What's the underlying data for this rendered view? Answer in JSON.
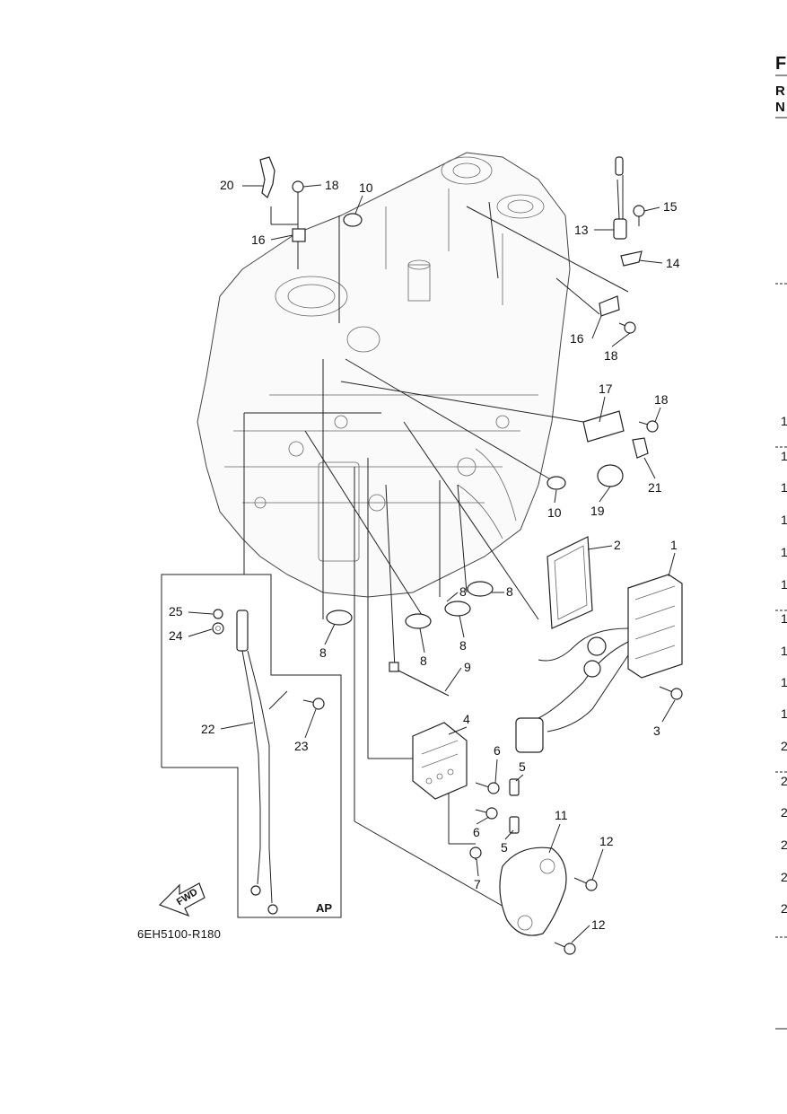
{
  "diagram": {
    "code": "6EH5100-R180",
    "fwd_label": "FWD",
    "ap_label": "AP",
    "edge_letters": [
      "F",
      "R",
      "N"
    ],
    "edge_numbers": [
      "1",
      "1",
      "1",
      "1",
      "1",
      "1",
      "1",
      "1",
      "1",
      "1",
      "2",
      "2",
      "2",
      "2",
      "2",
      "2"
    ],
    "callouts": [
      "1",
      "2",
      "3",
      "4",
      "5",
      "5",
      "6",
      "6",
      "7",
      "8",
      "8",
      "8",
      "8",
      "8",
      "9",
      "10",
      "10",
      "11",
      "12",
      "12",
      "13",
      "14",
      "15",
      "16",
      "16",
      "17",
      "18",
      "18",
      "18",
      "19",
      "20",
      "21",
      "22",
      "23",
      "24",
      "25"
    ]
  }
}
